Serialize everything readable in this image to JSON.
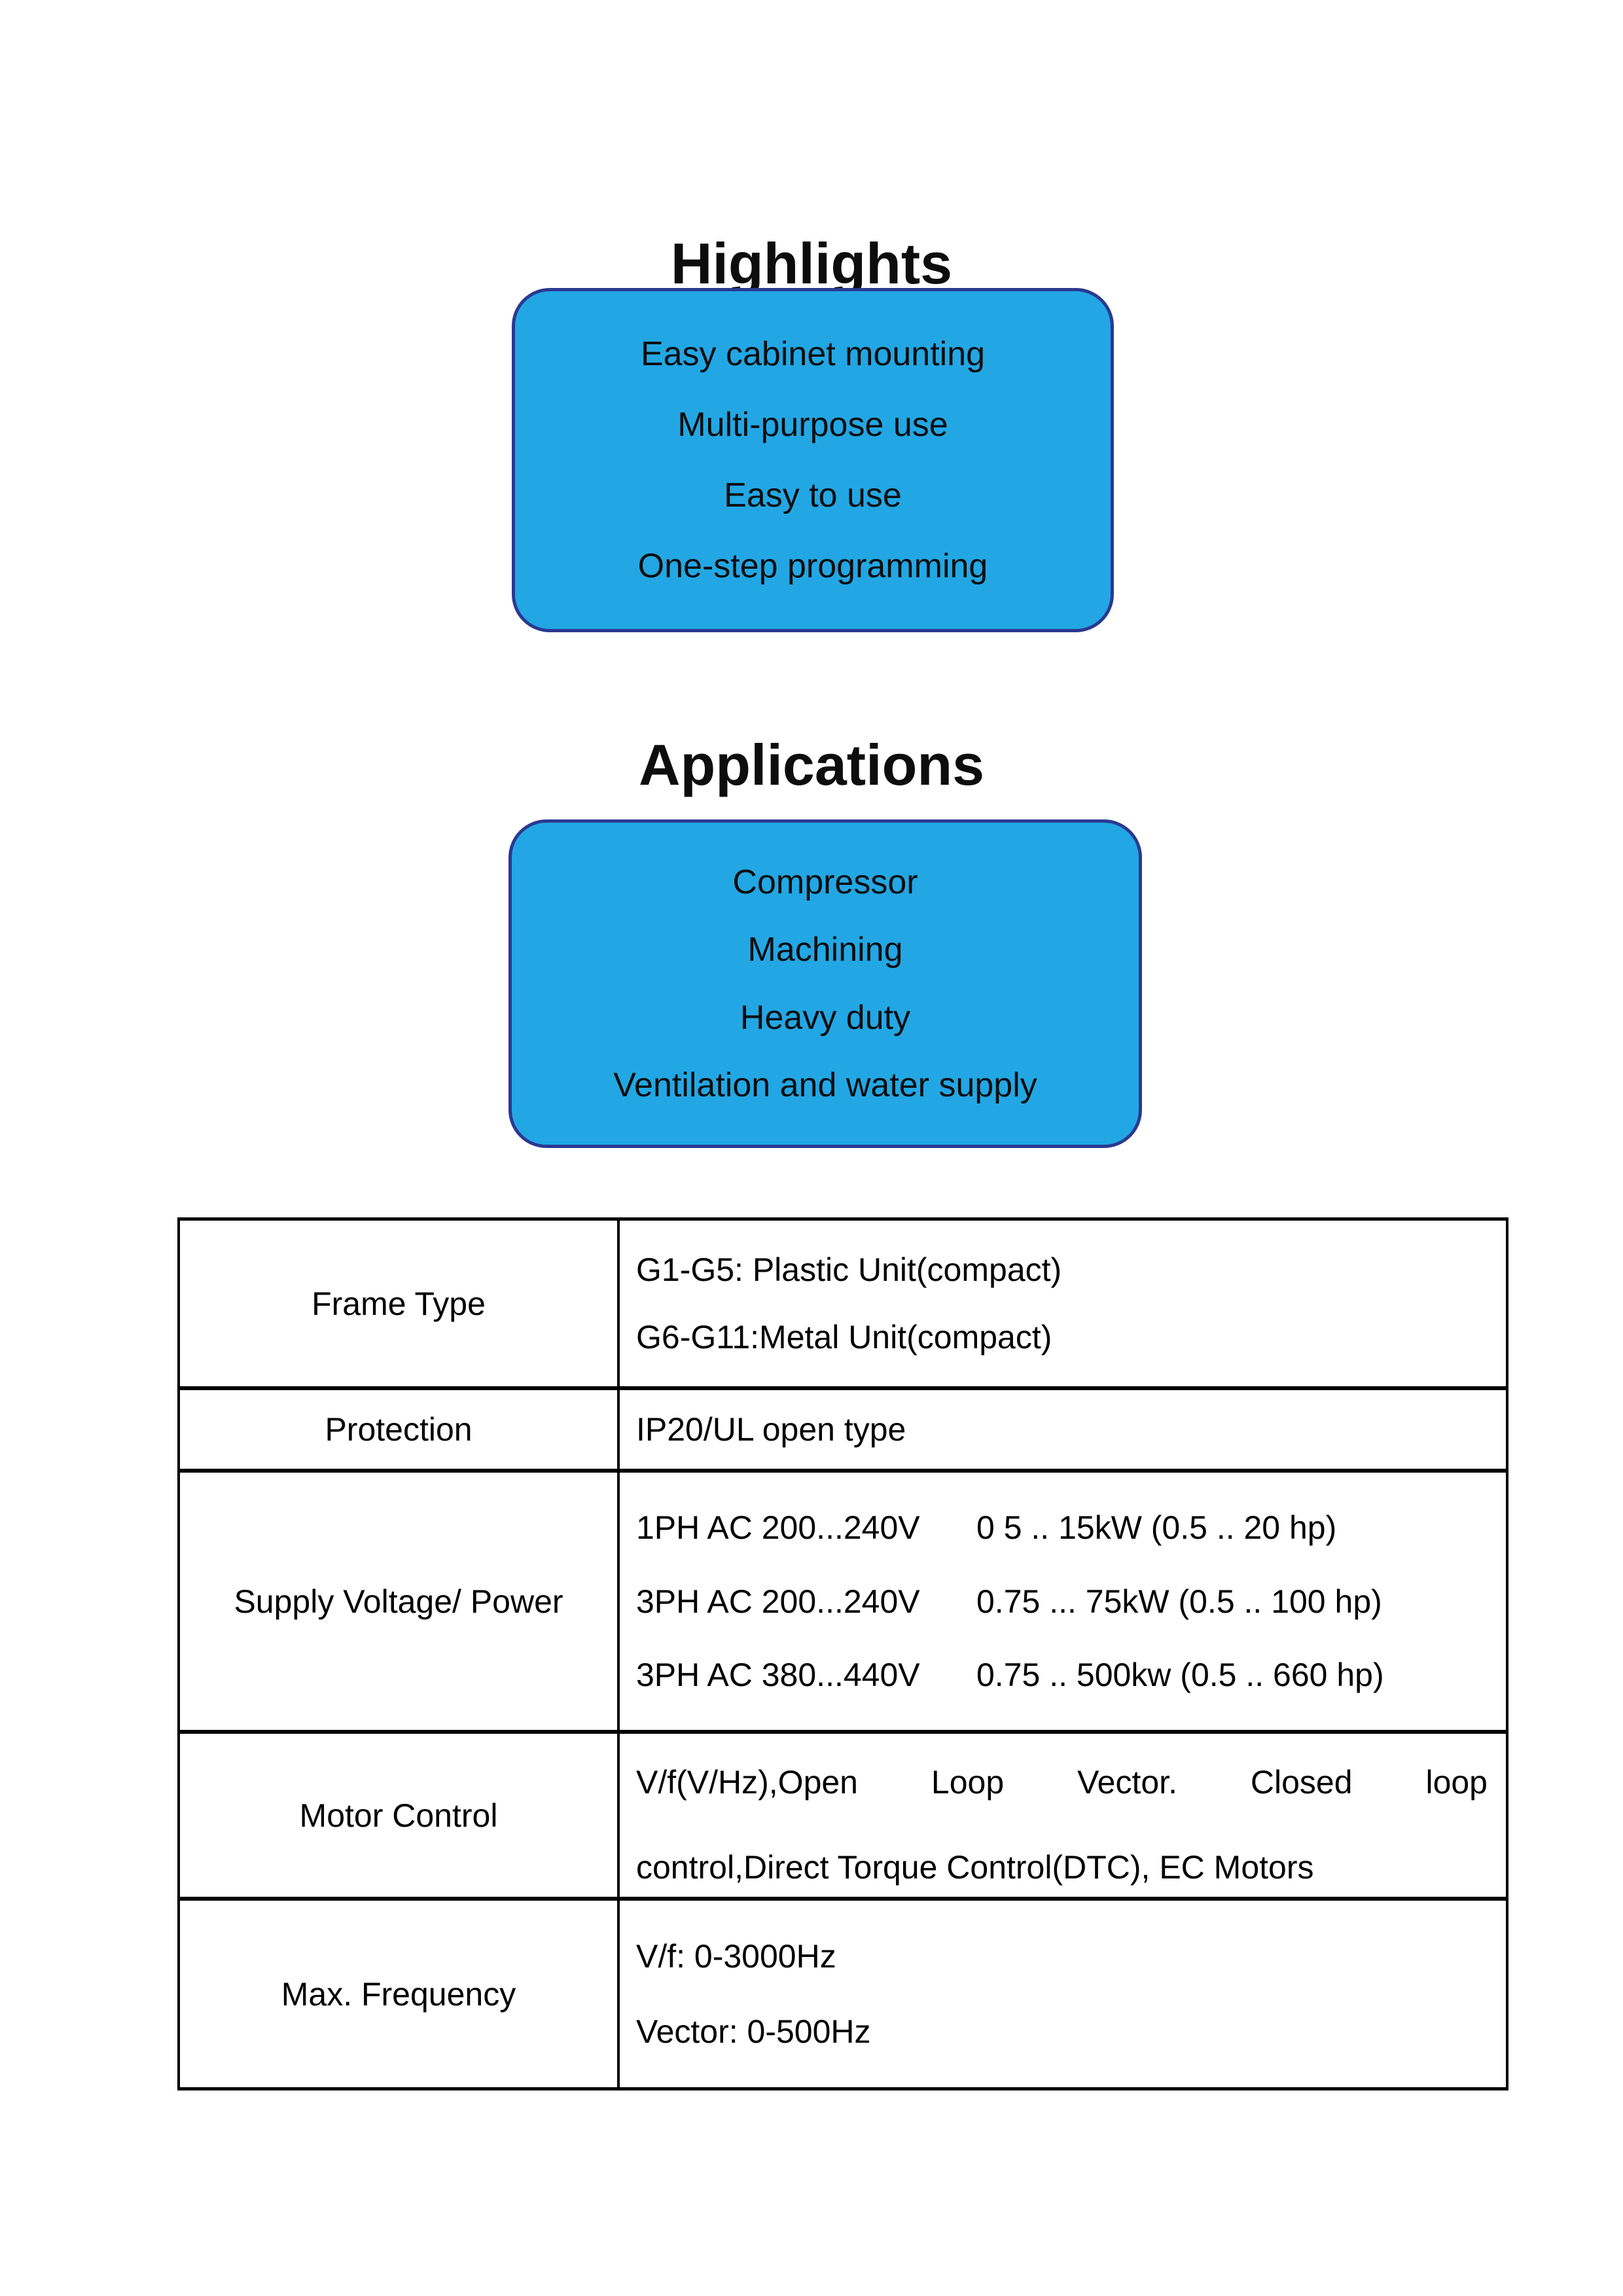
{
  "colors": {
    "accent_fill": "#22A7E4",
    "accent_border": "#2B3990",
    "table_border": "#000000",
    "text": "#000000"
  },
  "highlights": {
    "title": "Highlights",
    "items": [
      "Easy cabinet mounting",
      "Multi-purpose use",
      "Easy to use",
      "One-step programming"
    ]
  },
  "applications": {
    "title": "Applications",
    "items": [
      "Compressor",
      "Machining",
      "Heavy duty",
      "Ventilation and water supply"
    ]
  },
  "table": {
    "rows": [
      {
        "label": "Frame Type",
        "lines": [
          "G1-G5: Plastic Unit(compact)",
          "G6-G11:Metal Unit(compact)"
        ]
      },
      {
        "label": "Protection",
        "lines": [
          "IP20/UL open type"
        ]
      },
      {
        "label": "Supply Voltage/ Power",
        "entries": [
          {
            "voltage": "1PH AC 200...240V",
            "power": "0 5 .. 15kW (0.5 .. 20 hp)"
          },
          {
            "voltage": "3PH AC 200...240V",
            "power": "0.75 ... 75kW (0.5 .. 100 hp)"
          },
          {
            "voltage": "3PH AC 380...440V",
            "power": "0.75 .. 500kw (0.5 .. 660 hp)"
          }
        ]
      },
      {
        "label": "Motor Control",
        "lines": [
          "V/f(V/Hz),Open Loop Vector. Closed loop",
          "control,Direct Torque Control(DTC), EC Motors"
        ]
      },
      {
        "label": "Max. Frequency",
        "lines": [
          "V/f: 0-3000Hz",
          "Vector: 0-500Hz"
        ]
      }
    ]
  }
}
